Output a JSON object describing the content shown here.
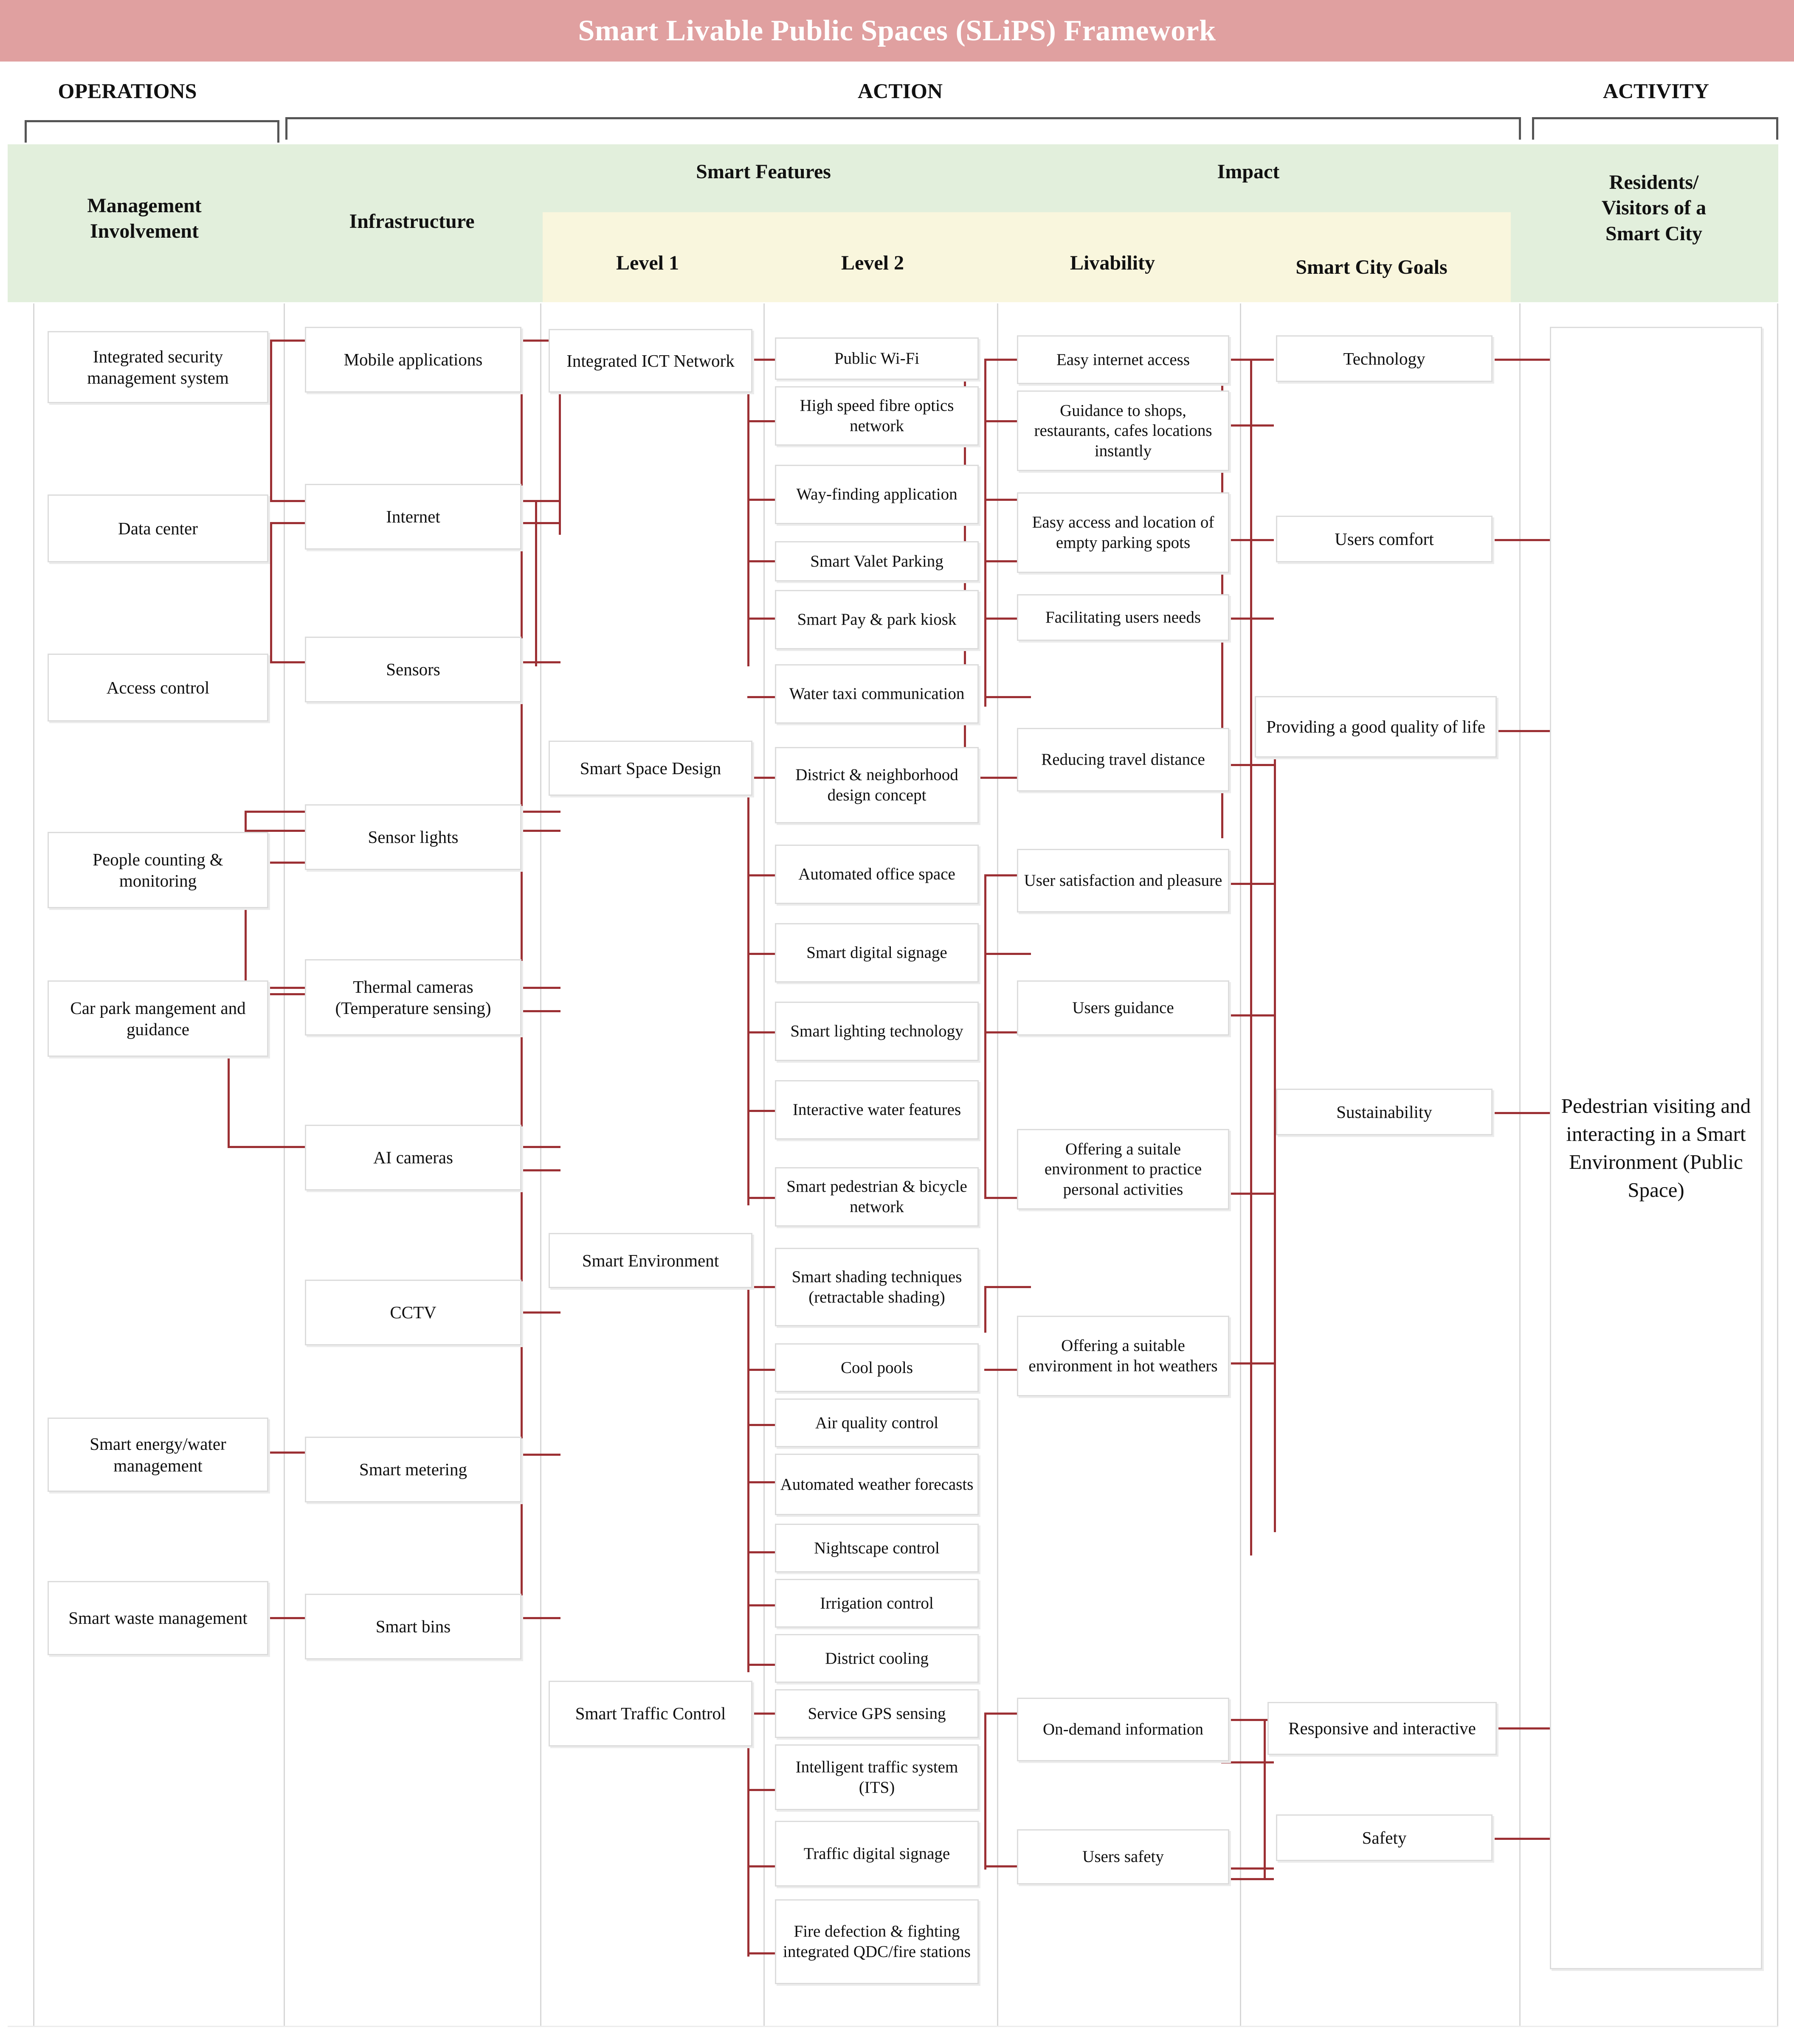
{
  "title": "Smart Livable Public Spaces (SLiPS) Framework",
  "group_labels": {
    "operations": "OPERATIONS",
    "action": "ACTION",
    "activity": "ACTIVITY"
  },
  "band_titles": {
    "smart_features": "Smart Features",
    "impact": "Impact"
  },
  "columns": {
    "management_involvement": "Management\nInvolvement",
    "infrastructure": "Infrastructure",
    "level1": "Level 1",
    "level2": "Level 2",
    "livability": "Livability",
    "smart_city_goals": "Smart City Goals",
    "activity": "Residents/\nVisitors of a\nSmart City"
  },
  "colors": {
    "banner": "#e0a0a0",
    "green_band": "#e2efdc",
    "cream_band": "#f9f6dd",
    "connector": "#9c3034",
    "box_border": "#dcdcdc"
  },
  "management_involvement": [
    "Integrated security management system",
    "Data center",
    "Access control",
    "People counting & monitoring",
    "Car park mangement and guidance",
    "Smart energy/water management",
    "Smart waste management"
  ],
  "infrastructure": [
    "Mobile applications",
    "Internet",
    "Sensors",
    "Sensor lights",
    "Thermal cameras (Temperature sensing)",
    "AI cameras",
    "CCTV",
    "Smart metering",
    "Smart bins"
  ],
  "level1": [
    "Integrated ICT Network",
    "Smart Space Design",
    "Smart Environment",
    "Smart Traffic Control"
  ],
  "level2": [
    "Public Wi-Fi",
    "High speed fibre optics network",
    "Way-finding application",
    "Smart Valet Parking",
    "Smart Pay & park kiosk",
    "Water taxi communication",
    "District & neighborhood design concept",
    "Automated office space",
    "Smart digital signage",
    "Smart lighting technology",
    "Interactive water features",
    "Smart pedestrian & bicycle network",
    "Smart shading techniques (retractable shading)",
    "Cool pools",
    "Air quality control",
    "Automated weather forecasts",
    "Nightscape control",
    "Irrigation control",
    "District cooling",
    "Service GPS sensing",
    "Intelligent traffic system (ITS)",
    "Traffic digital signage",
    "Fire defection & fighting integrated QDC/fire stations"
  ],
  "livability": [
    "Easy internet access",
    "Guidance to shops, restaurants, cafes locations instantly",
    "Easy access and location of empty parking spots",
    "Facilitating users needs",
    "Reducing travel distance",
    "User satisfaction and pleasure",
    "Users guidance",
    "Offering a suitale environment to practice personal activities",
    "Offering a suitable environment in hot weathers",
    "On-demand information",
    "Users safety"
  ],
  "smart_city_goals": [
    "Technology",
    "Users comfort",
    "Providing a good quality of life",
    "Sustainability",
    "Responsive and interactive",
    "Safety"
  ],
  "activity_outcome": "Pedestrian visiting and interacting in a Smart Environment (Public Space)"
}
